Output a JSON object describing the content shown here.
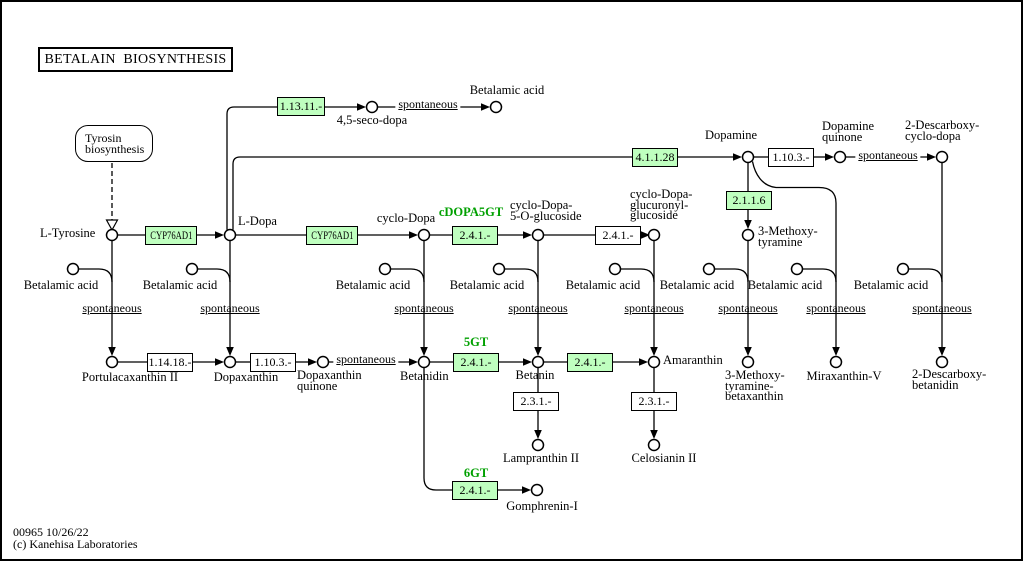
{
  "title": "BETALAIN  BIOSYNTHESIS",
  "footer": "00965 10/26/22\n(c) Kanehisa Laboratories",
  "link_box": "Tyrosin\nbiosynthesis",
  "spont": "spontaneous",
  "colors": {
    "enzyme_green": "#bfffbf",
    "gene_label_green": "#00a000",
    "line": "#000000",
    "background": "#ffffff"
  },
  "ec": {
    "d11311": "1.13.11.-",
    "cyp76ad1": "CYP76AD1",
    "gt241": "2.4.1.-",
    "ox1103": "1.10.3.-",
    "dc4128": "4.1.1.28",
    "mt216": "2.1.1.6",
    "ox11418": "1.14.18.-",
    "at231": "2.3.1.-"
  },
  "genes": {
    "cdopa5gt": "cDOPA5GT",
    "gt5": "5GT",
    "gt6": "6GT"
  },
  "compounds": {
    "l_tyrosine": "L-Tyrosine",
    "l_dopa": "L-Dopa",
    "seco_dopa": "4,5-seco-dopa",
    "betalamic_acid": "Betalamic acid",
    "cyclo_dopa": "cyclo-Dopa",
    "cyclo_dopa_5_o_glucoside": "cyclo-Dopa-\n5-O-glucoside",
    "cyclo_dopa_glucuronyl_glucoside": "cyclo-Dopa-\nglucuronyl-\nglucoside",
    "dopamine": "Dopamine",
    "dopamine_quinone": "Dopamine\nquinone",
    "descarboxy_cyclo_dopa": "2-Descarboxy-\ncyclo-dopa",
    "methoxytyramine": "3-Methoxy-\ntyramine",
    "portulacaxanthin": "Portulacaxanthin II",
    "dopaxanthin": "Dopaxanthin",
    "dopaxanthin_quinone": "Dopaxanthin\nquinone",
    "betanidin": "Betanidin",
    "betanin": "Betanin",
    "amaranthin": "Amaranthin",
    "methoxytyramine_betaxanthin": "3-Methoxy-\ntyramine-\nbetaxanthin",
    "miraxanthin": "Miraxanthin-V",
    "descarboxy_betanidin": "2-Descarboxy-\nbetanidin",
    "lampranthin": "Lampranthin II",
    "celosianin": "Celosianin II",
    "gomphrenin": "Gomphrenin-I"
  }
}
